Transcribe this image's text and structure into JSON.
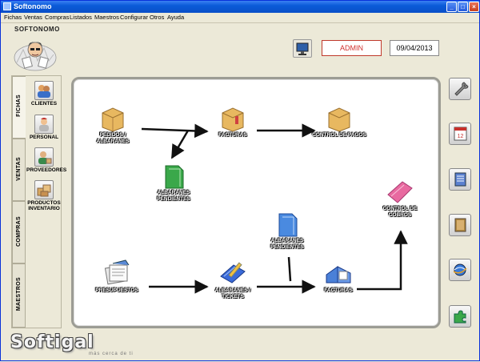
{
  "window": {
    "title": "Softonomo"
  },
  "menu": [
    "Fichas",
    "Ventas",
    "Compras",
    "Listados",
    "Maestros",
    "Configurar",
    "Otros",
    "Ayuda"
  ],
  "logo": {
    "text": "SOFTONOMO"
  },
  "header": {
    "user": "ADMIN",
    "date": "09/04/2013"
  },
  "sidebar": {
    "tabs": [
      "FICHAS",
      "VENTAS",
      "COMPRAS",
      "MAESTROS"
    ],
    "items": [
      {
        "label": "CLIENTES",
        "icon": "clients-icon"
      },
      {
        "label": "PERSONAL",
        "icon": "personal-icon"
      },
      {
        "label": "PROVEEDORES",
        "icon": "suppliers-icon"
      },
      {
        "label": "PRODUCTOS INVENTARIO",
        "icon": "products-icon"
      }
    ]
  },
  "flow": {
    "pedidos": "PEDIDOS / ALBARANES",
    "facturas_top": "FACTURAS",
    "control_pagos": "CONTROL DE PAGOS",
    "albaranes_pend_top": "ALBARANES PENDIENTES",
    "control_cobros": "CONTROL DE COBROS",
    "albaranes_pend_bottom": "ALBARANES PENDIENTES",
    "presupuestos": "PRESUPUESTOS",
    "albaranes_tickets": "ALBARANES / TICKETS",
    "facturas_bottom": "FACTURAS"
  },
  "right_toolbar": [
    "wrench-icon",
    "calendar-icon",
    "notepad-icon",
    "book-icon",
    "globe-icon",
    "puzzle-icon"
  ],
  "calendar_day": "12",
  "footer": {
    "brand": "Softigal",
    "tagline": "más cerca de ti"
  },
  "colors": {
    "titlebar": "#0a5bd8",
    "admin_text": "#d0302c",
    "admin_border": "#c0392b"
  }
}
